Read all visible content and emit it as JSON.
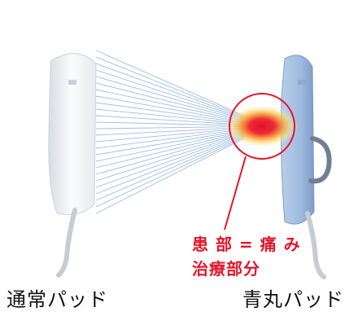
{
  "labels": {
    "normal_pad": "通常パッド",
    "blue_pad": "青丸パッド"
  },
  "callout": {
    "line1": "患 部 = 痛 み",
    "line2": "治療部分"
  },
  "colors": {
    "callout_red": "#e8142a",
    "ray_blue": "#8fb3d8",
    "blue_pad": "#9dbbe0",
    "white_pad": "#f4f6f8"
  }
}
